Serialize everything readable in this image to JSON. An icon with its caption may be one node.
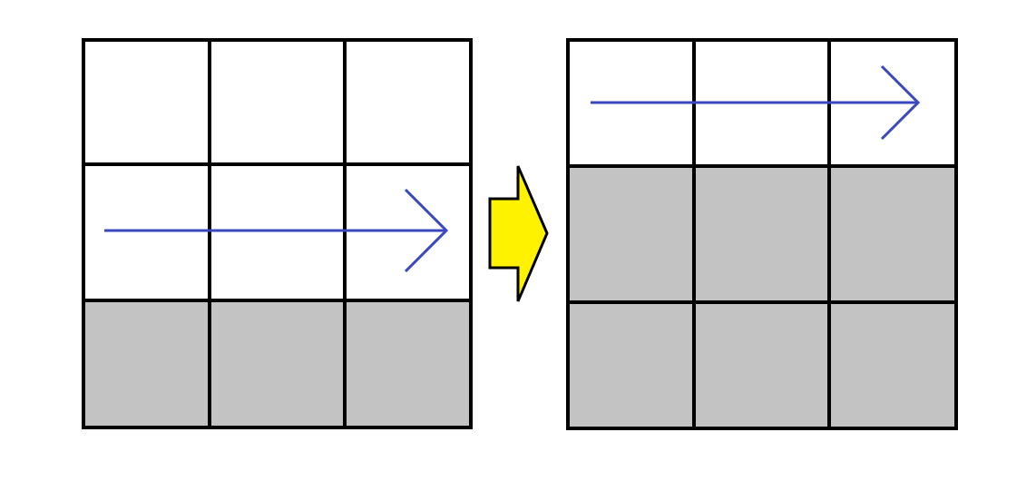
{
  "diagram": {
    "nodes": [
      {
        "text": [],
        "shape": "grid"
      },
      {
        "text": [],
        "shape": "grid"
      }
    ],
    "edges": [
      {
        "from": 0,
        "to": 1,
        "arrow": "to",
        "color": "#fff200"
      }
    ]
  }
}
